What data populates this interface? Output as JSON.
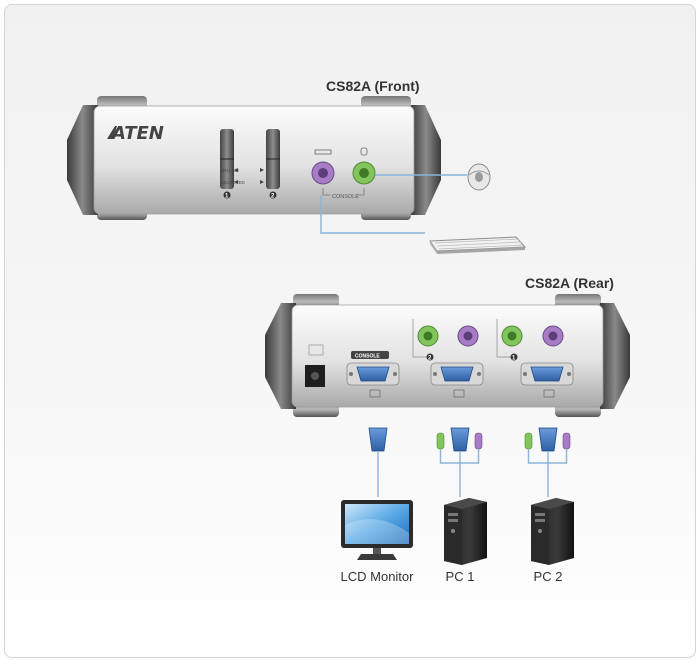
{
  "front": {
    "title": "CS82A (Front)",
    "brand": "ATEN",
    "online_label": "ON LINE",
    "selected_label": "SELECTED",
    "port_1": "1",
    "port_2": "2",
    "console_label": "CONSOLE"
  },
  "rear": {
    "title": "CS82A (Rear)",
    "console_label": "CONSOLE",
    "port_1": "1",
    "port_2": "2"
  },
  "devices": {
    "monitor_label": "LCD Monitor",
    "pc1_label": "PC 1",
    "pc2_label": "PC 2"
  },
  "colors": {
    "ps2_purple": "#a77cc4",
    "ps2_green": "#84c45c",
    "vga_blue": "#3f73b8",
    "cable_line": "#8ab4d8"
  }
}
